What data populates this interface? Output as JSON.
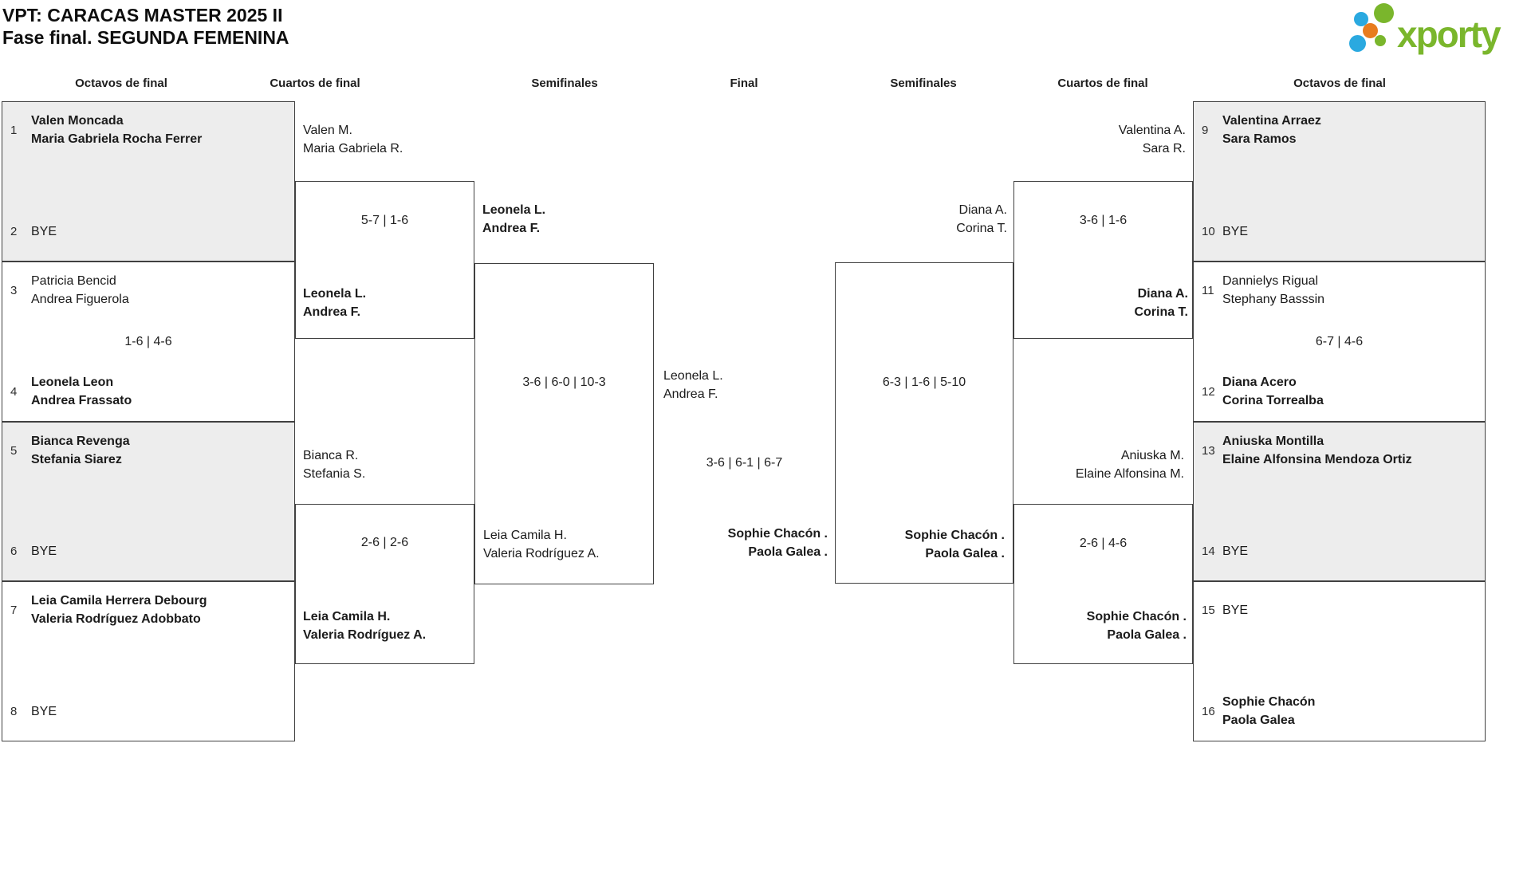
{
  "page": {
    "title_line1": "VPT: CARACAS MASTER 2025 II",
    "title_line2": "Fase final. SEGUNDA FEMENINA"
  },
  "logo": {
    "text": "xporty",
    "colors": {
      "green": "#7ab62c",
      "blue": "#2aa9e0",
      "orange": "#e87c1e"
    }
  },
  "rounds": [
    "Octavos de final",
    "Cuartos de final",
    "Semifinales",
    "Final",
    "Semifinales",
    "Cuartos de final",
    "Octavos de final"
  ],
  "bracket": {
    "r16_left": [
      {
        "score": "",
        "top": {
          "seed": "1",
          "names": [
            "Valen Moncada",
            "Maria Gabriela Rocha Ferrer"
          ],
          "winner": true
        },
        "bottom": {
          "seed": "2",
          "names": [
            "BYE"
          ],
          "winner": false
        }
      },
      {
        "score": "1-6 | 4-6",
        "top": {
          "seed": "3",
          "names": [
            "Patricia Bencid",
            "Andrea Figuerola"
          ],
          "winner": false
        },
        "bottom": {
          "seed": "4",
          "names": [
            "Leonela Leon",
            "Andrea Frassato"
          ],
          "winner": true
        }
      },
      {
        "score": "",
        "top": {
          "seed": "5",
          "names": [
            "Bianca Revenga",
            "Stefania Siarez"
          ],
          "winner": true
        },
        "bottom": {
          "seed": "6",
          "names": [
            "BYE"
          ],
          "winner": false
        }
      },
      {
        "score": "",
        "top": {
          "seed": "7",
          "names": [
            "Leia Camila Herrera Debourg",
            "Valeria Rodríguez Adobbato"
          ],
          "winner": true
        },
        "bottom": {
          "seed": "8",
          "names": [
            "BYE"
          ],
          "winner": false
        }
      }
    ],
    "r16_right": [
      {
        "score": "",
        "top": {
          "seed": "9",
          "names": [
            "Valentina Arraez",
            "Sara Ramos"
          ],
          "winner": true
        },
        "bottom": {
          "seed": "10",
          "names": [
            "BYE"
          ],
          "winner": false
        }
      },
      {
        "score": "6-7 | 4-6",
        "top": {
          "seed": "11",
          "names": [
            "Dannielys Rigual",
            "Stephany Basssin"
          ],
          "winner": false
        },
        "bottom": {
          "seed": "12",
          "names": [
            "Diana Acero",
            "Corina Torrealba"
          ],
          "winner": true
        }
      },
      {
        "score": "",
        "top": {
          "seed": "13",
          "names": [
            "Aniuska Montilla",
            "Elaine Alfonsina Mendoza Ortiz"
          ],
          "winner": true
        },
        "bottom": {
          "seed": "14",
          "names": [
            "BYE"
          ],
          "winner": false
        }
      },
      {
        "score": "",
        "top": {
          "seed": "15",
          "names": [
            "BYE"
          ],
          "winner": false
        },
        "bottom": {
          "seed": "16",
          "names": [
            "Sophie Chacón",
            "Paola Galea"
          ],
          "winner": true
        }
      }
    ],
    "qf_left": [
      {
        "score": "5-7 | 1-6",
        "top": {
          "names": [
            "Valen M.",
            "Maria Gabriela R."
          ],
          "winner": false
        },
        "bottom": {
          "names": [
            "Leonela L.",
            "Andrea F."
          ],
          "winner": true
        }
      },
      {
        "score": "2-6 | 2-6",
        "top": {
          "names": [
            "Bianca R.",
            "Stefania S."
          ],
          "winner": false
        },
        "bottom": {
          "names": [
            "Leia Camila H.",
            "Valeria Rodríguez A."
          ],
          "winner": true
        }
      }
    ],
    "qf_right": [
      {
        "score": "3-6 | 1-6",
        "top": {
          "names": [
            "Valentina A.",
            "Sara R."
          ],
          "winner": false
        },
        "bottom": {
          "names": [
            "Diana A.",
            "Corina T."
          ],
          "winner": true
        }
      },
      {
        "score": "2-6 | 4-6",
        "top": {
          "names": [
            "Aniuska M.",
            "Elaine Alfonsina M."
          ],
          "winner": false
        },
        "bottom": {
          "names": [
            "Sophie Chacón .",
            "Paola Galea ."
          ],
          "winner": true
        }
      }
    ],
    "sf_left": {
      "score": "3-6 | 6-0 | 10-3",
      "top": {
        "names": [
          "Leonela L.",
          "Andrea F."
        ],
        "winner": true
      },
      "bottom": {
        "names": [
          "Leia Camila H.",
          "Valeria Rodríguez A."
        ],
        "winner": false
      }
    },
    "sf_right": {
      "score": "6-3 | 1-6 | 5-10",
      "top": {
        "names": [
          "Diana A.",
          "Corina T."
        ],
        "winner": false
      },
      "bottom": {
        "names": [
          "Sophie Chacón .",
          "Paola Galea ."
        ],
        "winner": true
      }
    },
    "final": {
      "score": "3-6 | 6-1 | 6-7",
      "top": {
        "names": [
          "Leonela L.",
          "Andrea F."
        ],
        "winner": false
      },
      "bottom": {
        "names": [
          "Sophie Chacón .",
          "Paola Galea ."
        ],
        "winner": true
      }
    }
  }
}
